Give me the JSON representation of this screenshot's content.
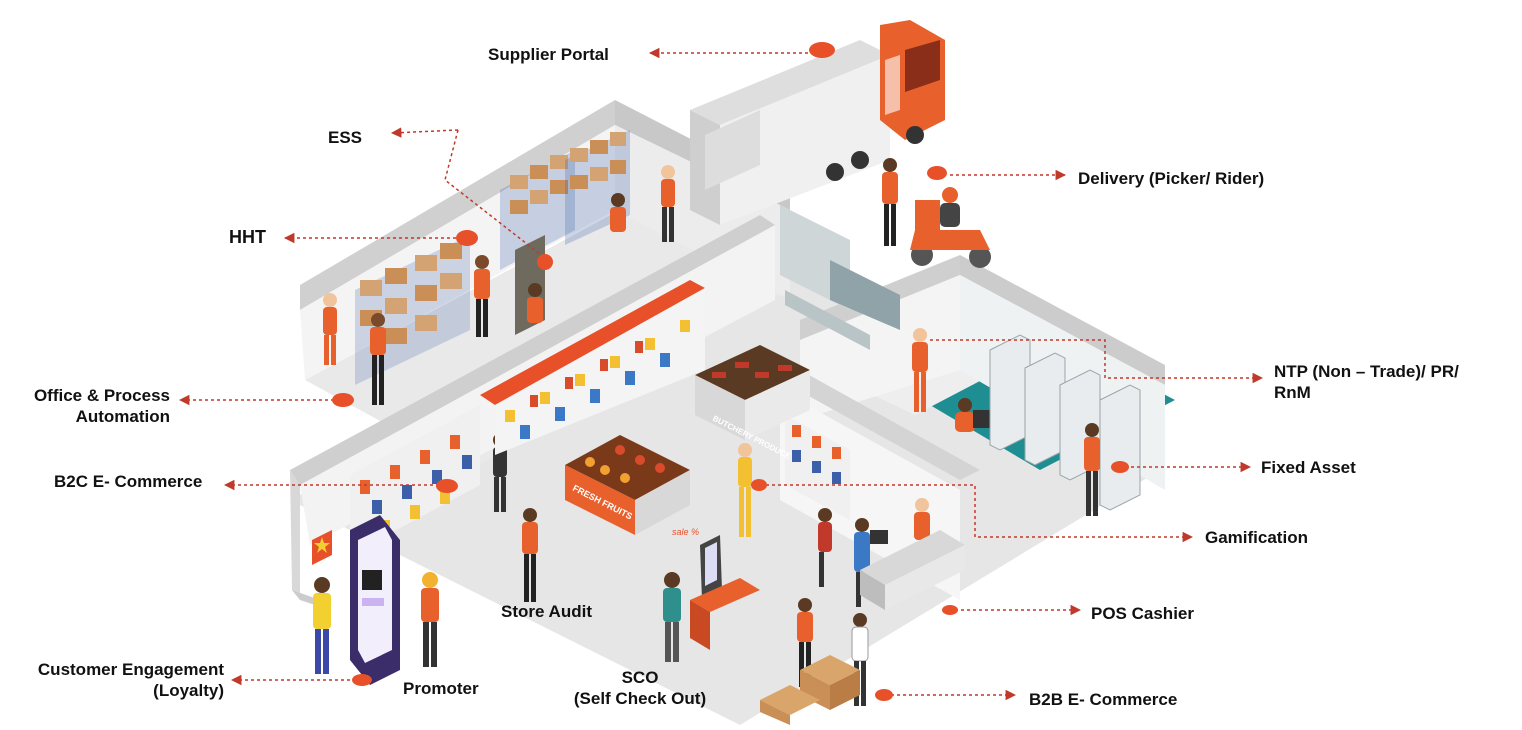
{
  "labels": {
    "supplier_portal": "Supplier Portal",
    "ess": "ESS",
    "hht": "HHT",
    "delivery": "Delivery (Picker/ Rider)",
    "ntp_line1": "NTP (Non – Trade)/ PR/",
    "ntp_line2": "RnM",
    "office_line1": "Office & Process",
    "office_line2": "Automation",
    "b2c": "B2C E- Commerce",
    "fixed_asset": "Fixed Asset",
    "gamification": "Gamification",
    "store_audit": "Store Audit",
    "pos_cashier": "POS Cashier",
    "customer_line1": "Customer Engagement",
    "customer_line2": "(Loyalty)",
    "promoter": "Promoter",
    "sco_line1": "SCO",
    "sco_line2": "(Self Check Out)",
    "b2b": "B2B E- Commerce"
  },
  "signage": {
    "butchery": "BUTCHERY PRODUCE",
    "fresh_fruits": "FRESH FRUITS",
    "sale": "sale %"
  },
  "colors": {
    "accent": "#e8502a",
    "connector": "#c0392b",
    "floor": "#e6e6e6",
    "teal_floor": "#1f8e92",
    "wall": "#f2f2f2",
    "wall_top": "#d9d9d9",
    "truck_cab": "#e8602c",
    "container": "#ececec"
  }
}
